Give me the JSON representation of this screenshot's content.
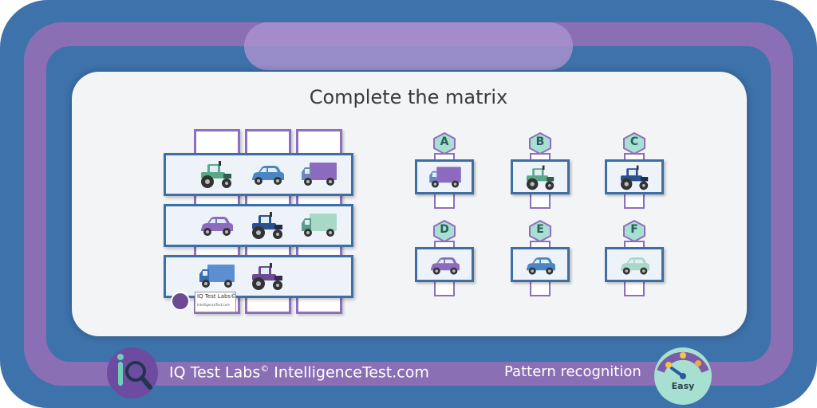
{
  "title": "Complete the matrix",
  "matrix": {
    "rows": [
      [
        "tractor-green",
        "car-blue",
        "truck-purple"
      ],
      [
        "car-purple",
        "tractor-navy",
        "truck-green"
      ],
      [
        "truck-blue",
        "tractor-purple",
        "missing"
      ]
    ]
  },
  "options": [
    {
      "letter": "A",
      "item": "truck-purple"
    },
    {
      "letter": "B",
      "item": "tractor-green"
    },
    {
      "letter": "C",
      "item": "tractor-navy"
    },
    {
      "letter": "D",
      "item": "car-purple"
    },
    {
      "letter": "E",
      "item": "car-blue"
    },
    {
      "letter": "F",
      "item": "car-green"
    }
  ],
  "tag": {
    "brand": "IQ Test Labs©",
    "url": "IntelligenceTest.com"
  },
  "footer": {
    "brand": "IQ Test Labs",
    "copyright": "©",
    "site": "IntelligenceTest.com",
    "category": "Pattern recognition",
    "difficulty": "Easy"
  },
  "colors": {
    "frame": "#3d72ab",
    "ring": "#8b6fb5",
    "card": "#f3f4f6",
    "row_border": "#3d6ea6",
    "column_border": "#8e6fbf",
    "hex_fill": "#a7e0d0"
  }
}
